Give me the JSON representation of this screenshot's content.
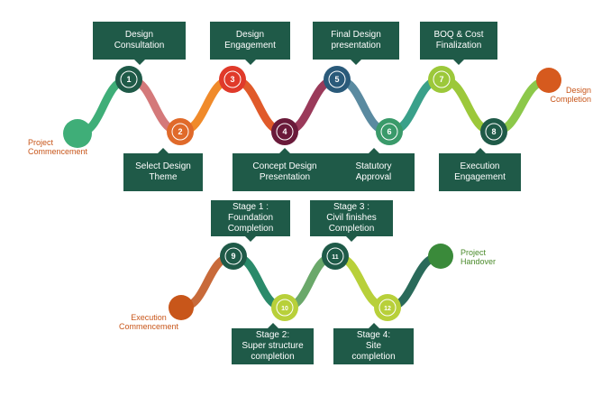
{
  "colors": {
    "box": "#1f5a48",
    "stroke": "#ffffff"
  },
  "row1": {
    "start_label": "Project\nCommencement",
    "start_color": "#3fae78",
    "end_label": "Design\nCompletion",
    "end_color": "#d65a1e",
    "segment_colors": [
      "#3fae78",
      "#d4797a",
      "#f08a2a",
      "#e05a2a",
      "#9a3a5a",
      "#5a8aa0",
      "#3aa08a",
      "#9cc83a",
      "#8cc84a",
      "#2a8a8a",
      "#d06a6a"
    ],
    "nodes": [
      {
        "num": "1",
        "color": "#1f5a48",
        "box_text": "Design\nConsultation"
      },
      {
        "num": "2",
        "color": "#e06a2a",
        "box_text": "Select Design\nTheme"
      },
      {
        "num": "3",
        "color": "#e03a2a",
        "box_text": "Design\nEngagement"
      },
      {
        "num": "4",
        "color": "#6a1a3a",
        "box_text": "Concept Design\nPresentation"
      },
      {
        "num": "5",
        "color": "#2a5a7a",
        "box_text": "Final Design\npresentation"
      },
      {
        "num": "6",
        "color": "#3a9a6a",
        "box_text": "Statutory\nApproval"
      },
      {
        "num": "7",
        "color": "#9cc83a",
        "box_text": "BOQ & Cost\nFinalization"
      },
      {
        "num": "8",
        "color": "#1f5a48",
        "box_text": "Execution\nEngagement"
      }
    ]
  },
  "row2": {
    "start_label": "Execution\nCommencement",
    "start_color": "#c8561a",
    "end_label": "Project\nHandover",
    "end_color": "#3a8a3a",
    "segment_colors": [
      "#c86a3a",
      "#2a8a6a",
      "#6aa86a",
      "#b8d03a",
      "#2a6a5a",
      "#4a9a5a",
      "#c0d84a",
      "#7ab84a"
    ],
    "nodes": [
      {
        "num": "9",
        "color": "#1f5a48",
        "box_text": "Stage 1 :\nFoundation\nCompletion"
      },
      {
        "num": "10",
        "color": "#b8d03a",
        "box_text": "Stage 2:\nSuper structure\ncompletion"
      },
      {
        "num": "11",
        "color": "#1f5a48",
        "box_text": "Stage 3 :\nCivil finishes\nCompletion"
      },
      {
        "num": "12",
        "color": "#b8d03a",
        "box_text": "Stage 4:\nSite\ncompletion"
      }
    ]
  }
}
